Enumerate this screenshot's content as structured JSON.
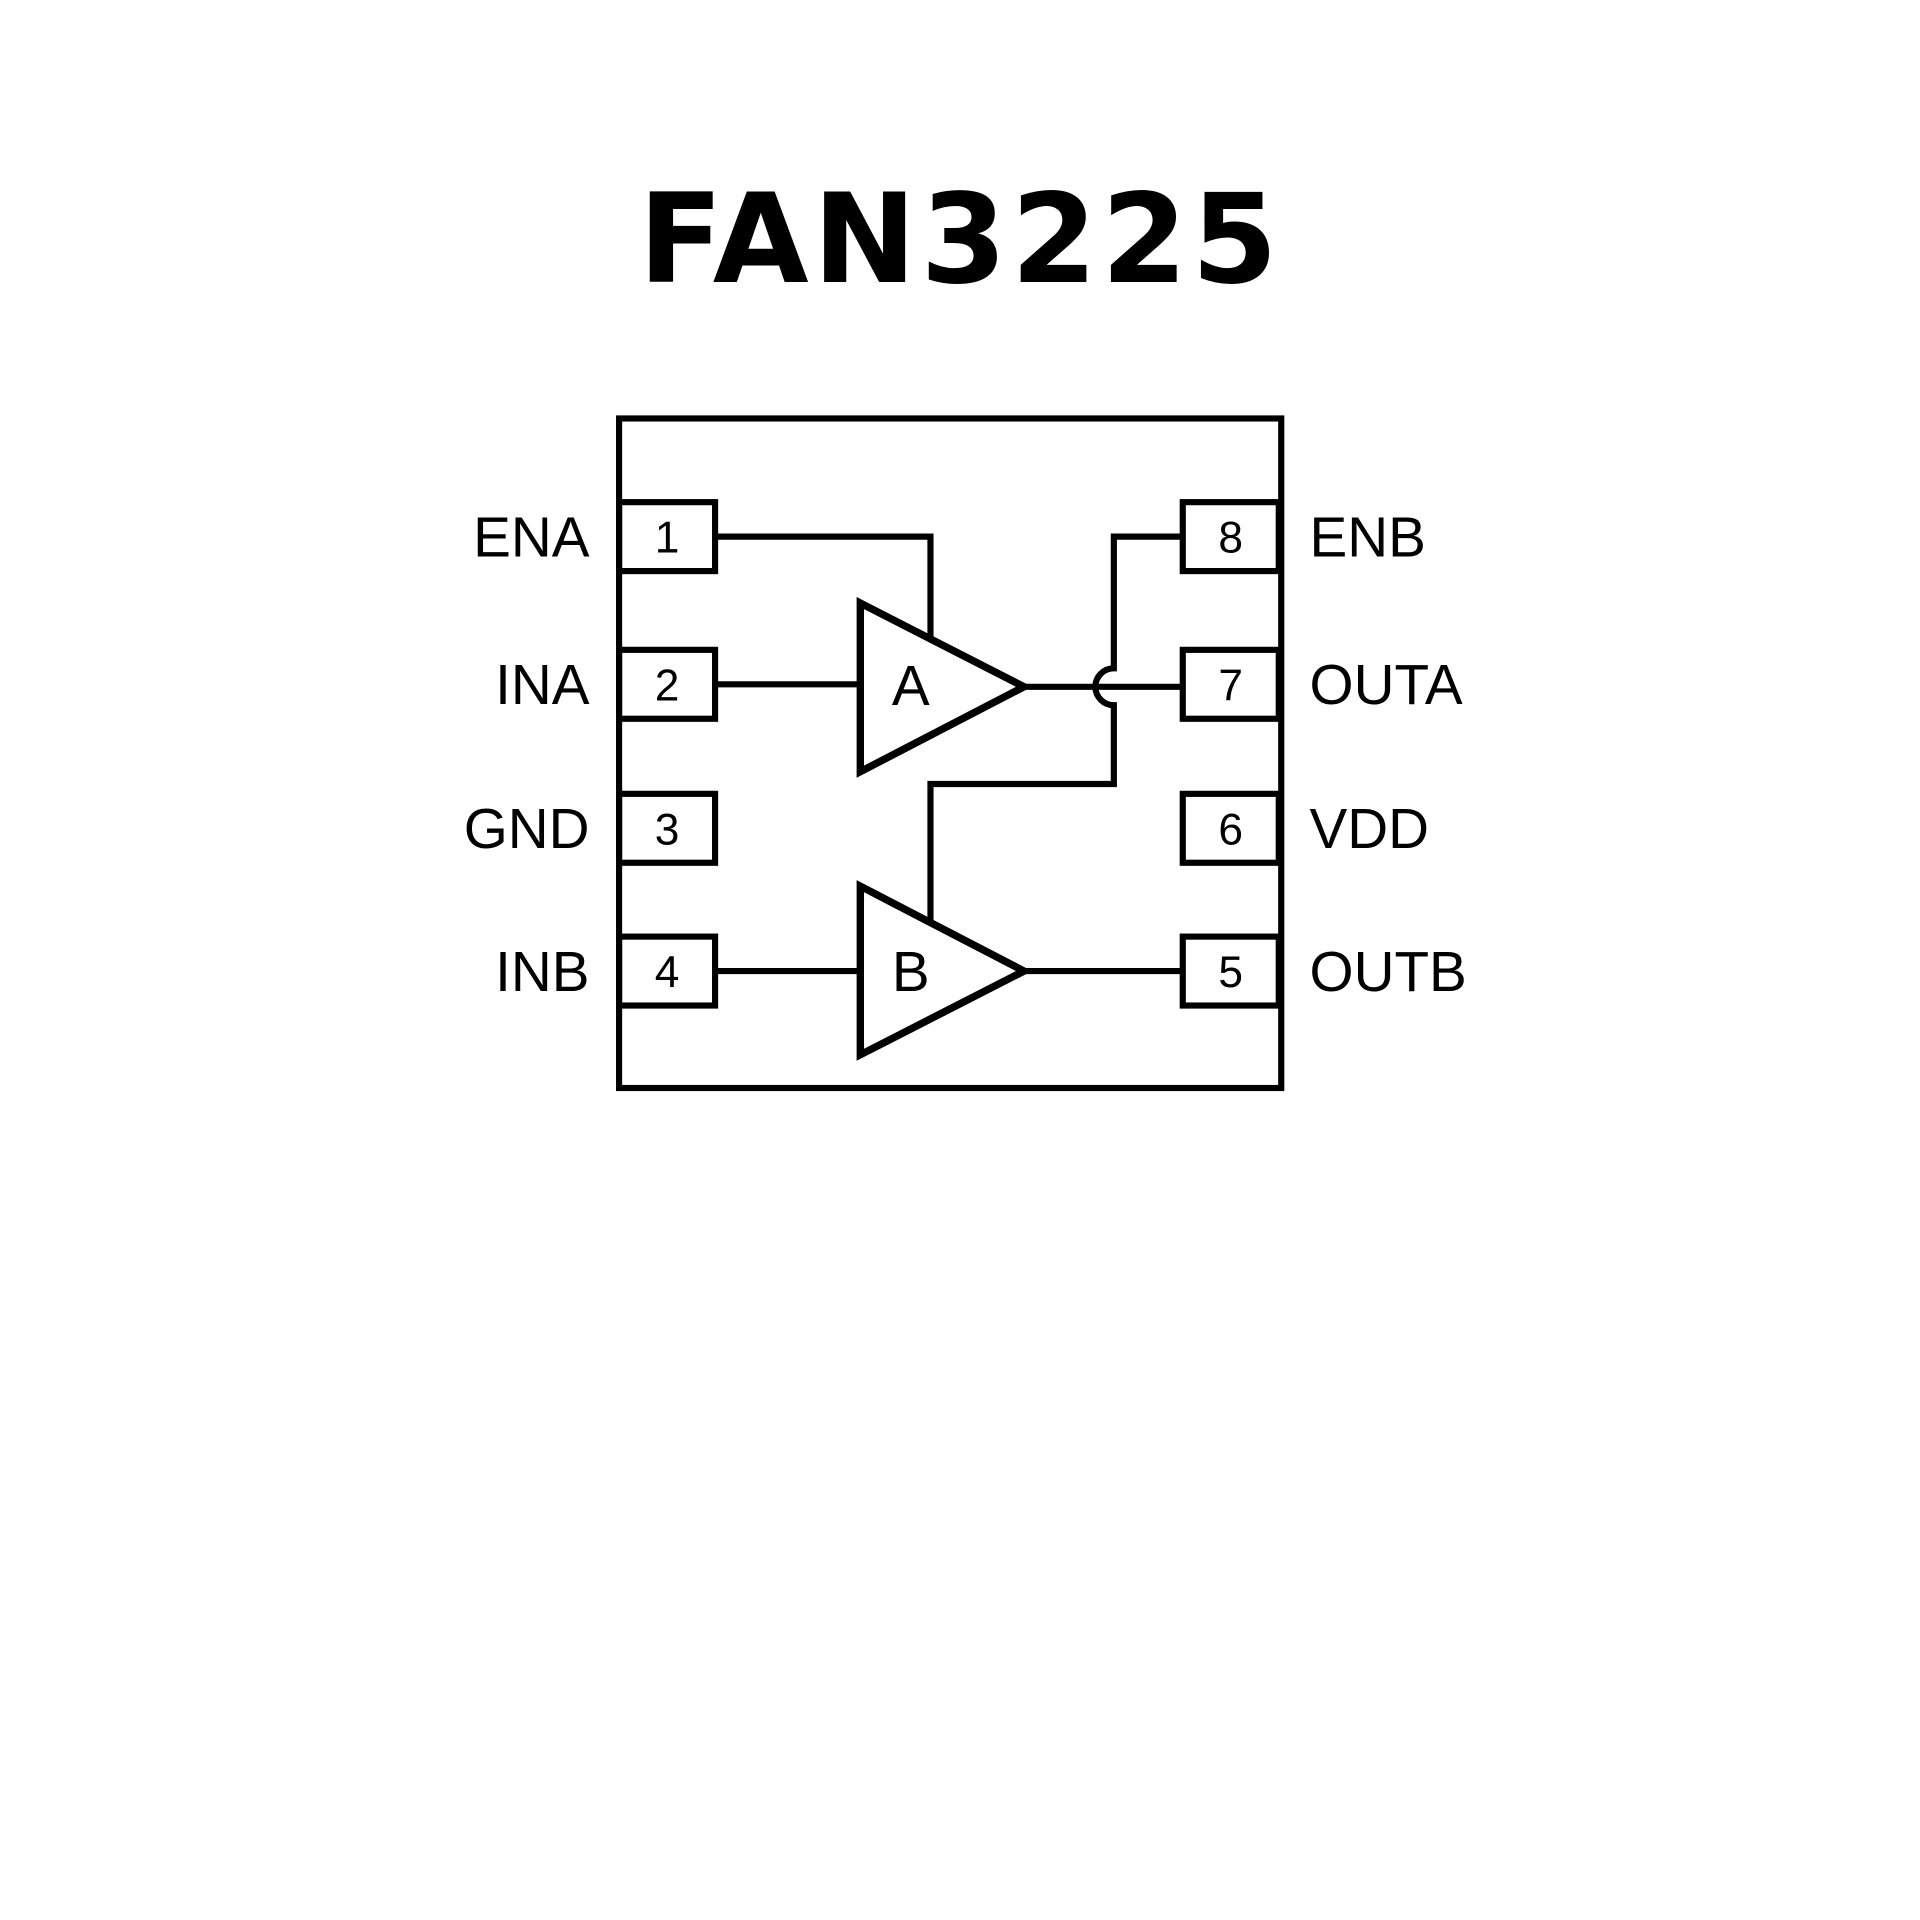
{
  "title": "FAN3225",
  "amplifiers": [
    {
      "label": "A"
    },
    {
      "label": "B"
    }
  ],
  "pins": [
    {
      "number": "1",
      "name": "ENA",
      "side": "left"
    },
    {
      "number": "2",
      "name": "INA",
      "side": "left"
    },
    {
      "number": "3",
      "name": "GND",
      "side": "left"
    },
    {
      "number": "4",
      "name": "INB",
      "side": "left"
    },
    {
      "number": "8",
      "name": "ENB",
      "side": "right"
    },
    {
      "number": "7",
      "name": "OUTA",
      "side": "right"
    },
    {
      "number": "6",
      "name": "VDD",
      "side": "right"
    },
    {
      "number": "5",
      "name": "OUTB",
      "side": "right"
    }
  ],
  "colors": {
    "stroke": "#000000",
    "background": "#ffffff"
  }
}
